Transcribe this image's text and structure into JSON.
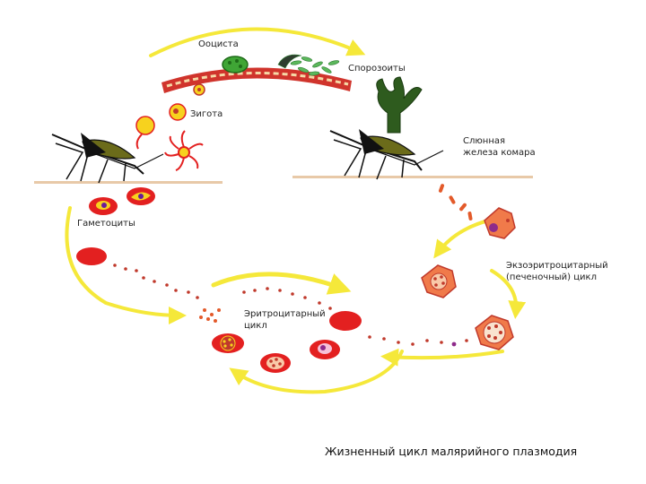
{
  "labels": {
    "oocyst": "Ооциста",
    "sporozoites": "Спорозоиты",
    "zygote": "Зигота",
    "salivary_gland": [
      "Слюнная",
      "железа комара"
    ],
    "gametocytes": "Гаметоциты",
    "exo_cycle": [
      "Экзоэритроцитарный",
      "(печеночный) цикл"
    ],
    "ery_cycle": [
      "Эритроцитарный",
      "цикл"
    ]
  },
  "caption": "Жизненный цикл малярийного плазмодия",
  "colors": {
    "arrow": "#f5e83a",
    "rbc": "#e32020",
    "liver": "#f07a4a",
    "merozoite": "#c0392b",
    "oocyst": "#3fa535",
    "sporozoite": "#5cb85c",
    "gland": "#2e5b1e",
    "mosquito": "#111111",
    "ground": "#e8c9a8"
  },
  "icons": [
    "mosquito-icon",
    "salivary-gland-icon",
    "red-blood-cell-icon",
    "liver-cell-icon",
    "oocyst-icon"
  ]
}
